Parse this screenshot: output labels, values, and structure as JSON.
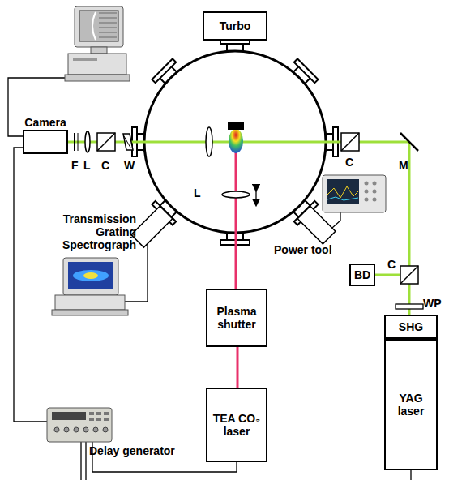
{
  "diagram": {
    "nodes": [
      {
        "text": [
          "Turbo"
        ]
      },
      {
        "text": [
          "Camera"
        ]
      },
      {
        "text": [
          "Plasma shutter"
        ]
      },
      {
        "text": [
          "TEA CO₂ laser"
        ]
      },
      {
        "text": [
          "BD"
        ]
      },
      {
        "text": [
          "SHG"
        ]
      },
      {
        "text": [
          "YAG laser"
        ]
      }
    ],
    "edges": [
      {
        "from": 3,
        "to": 2,
        "arrow": "none"
      }
    ],
    "labels": [
      "F",
      "L",
      "C",
      "W",
      "L",
      "C",
      "M",
      "Transmission Grating Spectrograph",
      "Power tool",
      "C",
      "WP",
      "Delay generator"
    ]
  }
}
